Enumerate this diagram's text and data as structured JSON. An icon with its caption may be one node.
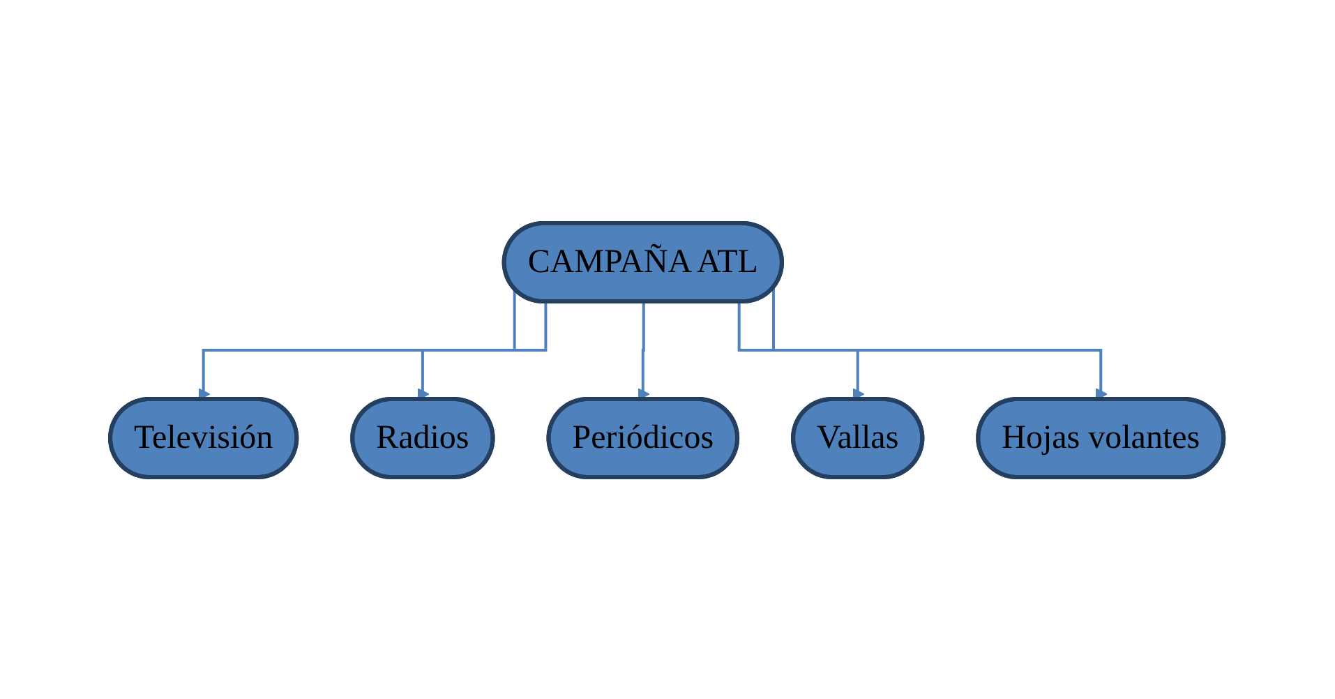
{
  "diagram": {
    "nodes": [
      {
        "text": [
          "Televisión"
        ]
      },
      {
        "text": [
          "Radios"
        ]
      },
      {
        "text": [
          "CAMPAÑA ATL"
        ]
      },
      {
        "text": [
          "Periódicos"
        ]
      },
      {
        "text": [
          "Vallas"
        ]
      },
      {
        "text": [
          "Hojas volantes"
        ]
      }
    ],
    "edges": [
      {
        "from": 2,
        "to": 0,
        "arrow": "to"
      },
      {
        "from": 2,
        "to": 1,
        "arrow": "to"
      },
      {
        "from": 2,
        "to": 3,
        "arrow": "to"
      },
      {
        "from": 2,
        "to": 4,
        "arrow": "to"
      },
      {
        "from": 2,
        "to": 5,
        "arrow": "to"
      }
    ]
  }
}
